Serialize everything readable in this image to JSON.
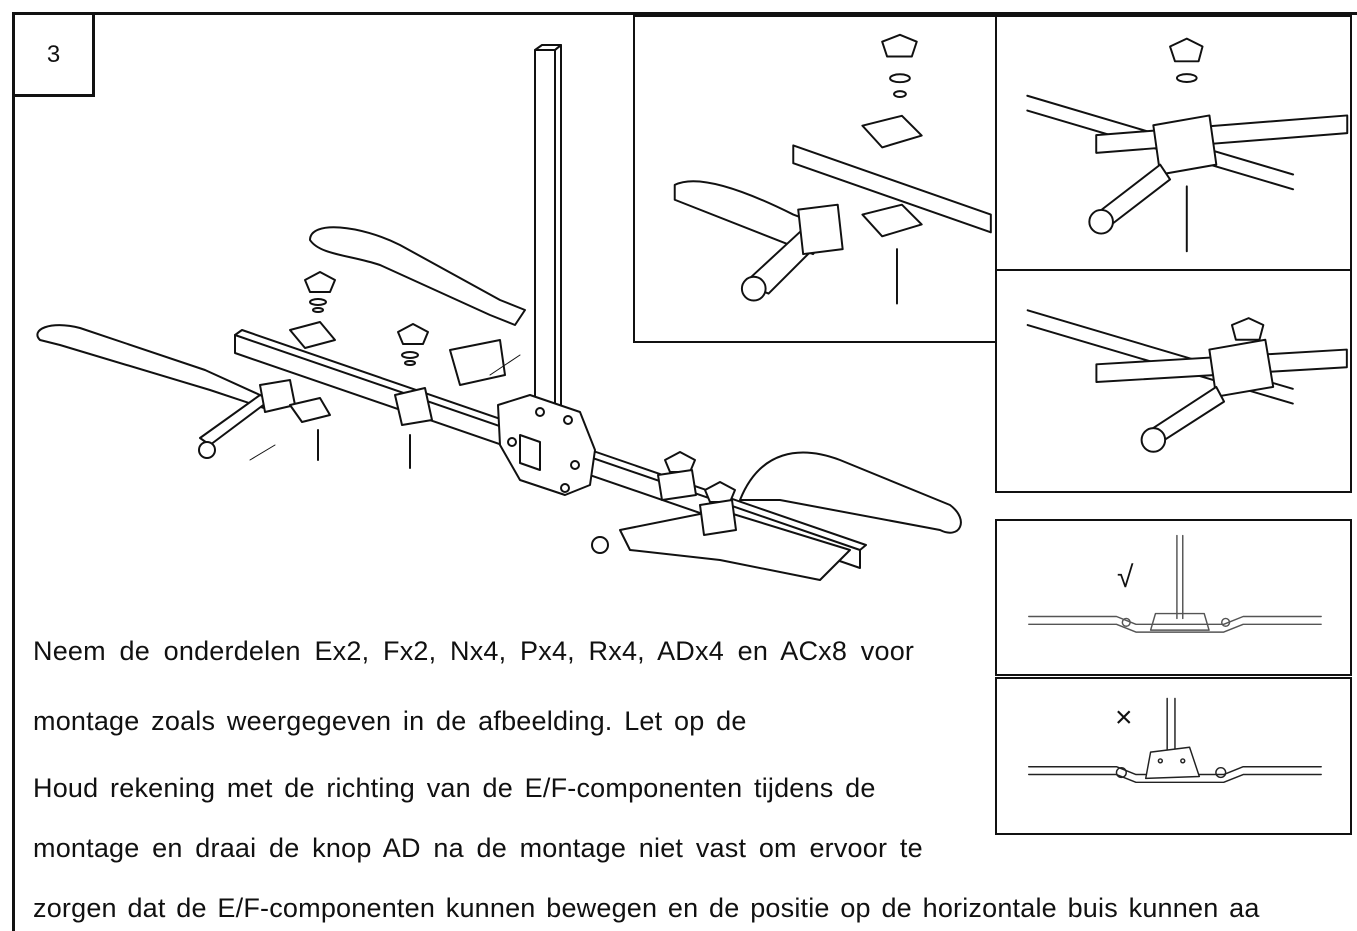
{
  "step": {
    "number": "3"
  },
  "instructions": {
    "line1": "Neem de onderdelen Ex2, Fx2, Nx4, Px4, Rx4, ADx4 en ACx8 voor",
    "line2": "montage zoals weergegeven in de afbeelding. Let op de",
    "line3": "Houd rekening met de richting van de E/F-componenten tijdens de",
    "line4": "montage en draai de knop AD na de montage niet vast om ervoor te",
    "line5": "zorgen dat de E/F-componenten kunnen bewegen en de positie op de horizontale buis kunnen aa"
  },
  "marks": {
    "correct": "√",
    "incorrect": "×"
  },
  "colors": {
    "line": "#111111",
    "background": "#ffffff"
  }
}
